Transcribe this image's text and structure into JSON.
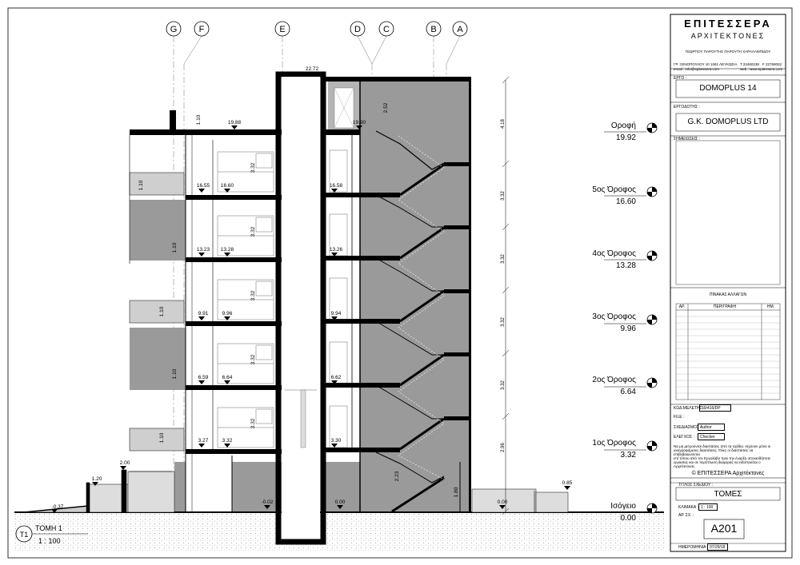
{
  "grid_labels": [
    "G",
    "F",
    "E",
    "D",
    "C",
    "B",
    "A"
  ],
  "levels": [
    {
      "name": "Οροφή",
      "value": "19.92"
    },
    {
      "name": "5ος Όροφος",
      "value": "16.60"
    },
    {
      "name": "4ος Όροφος",
      "value": "13.28"
    },
    {
      "name": "3ος Όροφος",
      "value": "9.96"
    },
    {
      "name": "2ος Όροφος",
      "value": "6.64"
    },
    {
      "name": "1ος Όροφος",
      "value": "3.32"
    },
    {
      "name": "Ισόγειο",
      "value": "0.00"
    }
  ],
  "heights": [
    "4.18",
    "3.32",
    "3.32",
    "3.32",
    "3.32",
    "2.96"
  ],
  "section_marks": {
    "top": "22.72",
    "roof_left": "19.88",
    "roof_mid": "19.90",
    "parapet": "2.52",
    "parapet_left": "1.10",
    "f5": [
      "16.55",
      "16.60",
      "16.58"
    ],
    "f4": [
      "13.23",
      "13.28",
      "13.26"
    ],
    "f3": [
      "9.91",
      "9.96",
      "9.94"
    ],
    "f2": [
      "6.59",
      "6.64",
      "6.62"
    ],
    "f1": [
      "3.27",
      "3.32",
      "3.30"
    ],
    "floor_h": "3.32",
    "rail": "1.10",
    "ground": [
      "-0.02",
      "0.00",
      "0.00"
    ],
    "left_ground": "-0.37",
    "wall1": "1.20",
    "wall2": "2.00",
    "right_wall": "0.85",
    "stair_h": "2.23",
    "stair_low": "1.80"
  },
  "drawing": {
    "badge": "T1",
    "title": "ΤΟΜΗ 1",
    "scale": "1 : 100"
  },
  "titleblock": {
    "firm": "ΕΠΙΤΕΣΣΕΡΑ",
    "firm_sub": "ΑΡΧΙΤΕΚΤΟΝΕΣ",
    "names": "ΓΕΩΡΓΙΟΥ ΠΑΡΟΥΤΗΣ ΠΑΡΟΥΤΗ ΧΑΡΑΛΑΜΠΙΔΟΥ",
    "addr": "ΓΡ. ΞΕΝΟΠΟΥΛΟΥ 10 1061 ΛΕΥΚΩΣΙΑ",
    "tel": "T 22460238",
    "fax": "F 22769002",
    "email": "email : info@epitessera.com",
    "web": "web : www.epitessera.com",
    "project_label": "ΕΡΓΟ :",
    "project": "DOMOPLUS 14",
    "client_label": "ΕΡΓΟΔΟΤΗΣ :",
    "client": "G.K. DOMOPLUS LTD",
    "notes_label": "ΣΗΜΕΙΩΣΕΙΣ :",
    "rev_title": "ΠΙΝΑΚΑΣ ΑΛΛΑΓΩΝ",
    "rev_cols": [
      "ΑΡ.",
      "ΠΕΡΙΓΡΑΦΗ",
      "ΗΜ."
    ],
    "code_label": "ΚΩΔ.ΜΕΛΕΤΗΣ :",
    "code": "19/416/DP",
    "file_label": "FILE :",
    "drawn_label": "ΣΧΕΔΙΑΣΜΟΣ :",
    "drawn": "Author",
    "check_label": "ΕΛΕΓΧΟΣ :",
    "check": "Checker",
    "disclaimer1": "Να μη μετρούνται διαστάσεις από τα σχέδια. Ισχύουν μόνο οι",
    "disclaimer2": "αναγραφόμενες διαστάσεις. Όλες οι διαστάσεις να",
    "disclaimer3": "επιβεβαιώνονται",
    "disclaimer4": "επί τόπου από τον Εργολάβο πριν την έναρξη οποιασδήποτε",
    "disclaimer5": "εργασίας και σε περίπτωση διαφοράς να ειδοποιείται ο",
    "disclaimer6": "Αρχιτέκτονας.",
    "copyright": "© ΕΠΙΤΕΣΣΕΡΑ Αρχιτέκτονες",
    "sheet_title_label": "ΤΙΤΛΟΣ ΣΧΕΔΙΟΥ :",
    "sheet_title": "ΤΟΜΕΣ",
    "scale_label": "ΚΛΙΜΑΚΑ :",
    "scale": "1 : 100",
    "num_label": "ΑΡ. ΣΧ. :",
    "num": "A201",
    "date_label": "ΗΜΕΡΟΜΗΝΙΑ :",
    "date": "07/29/18"
  }
}
